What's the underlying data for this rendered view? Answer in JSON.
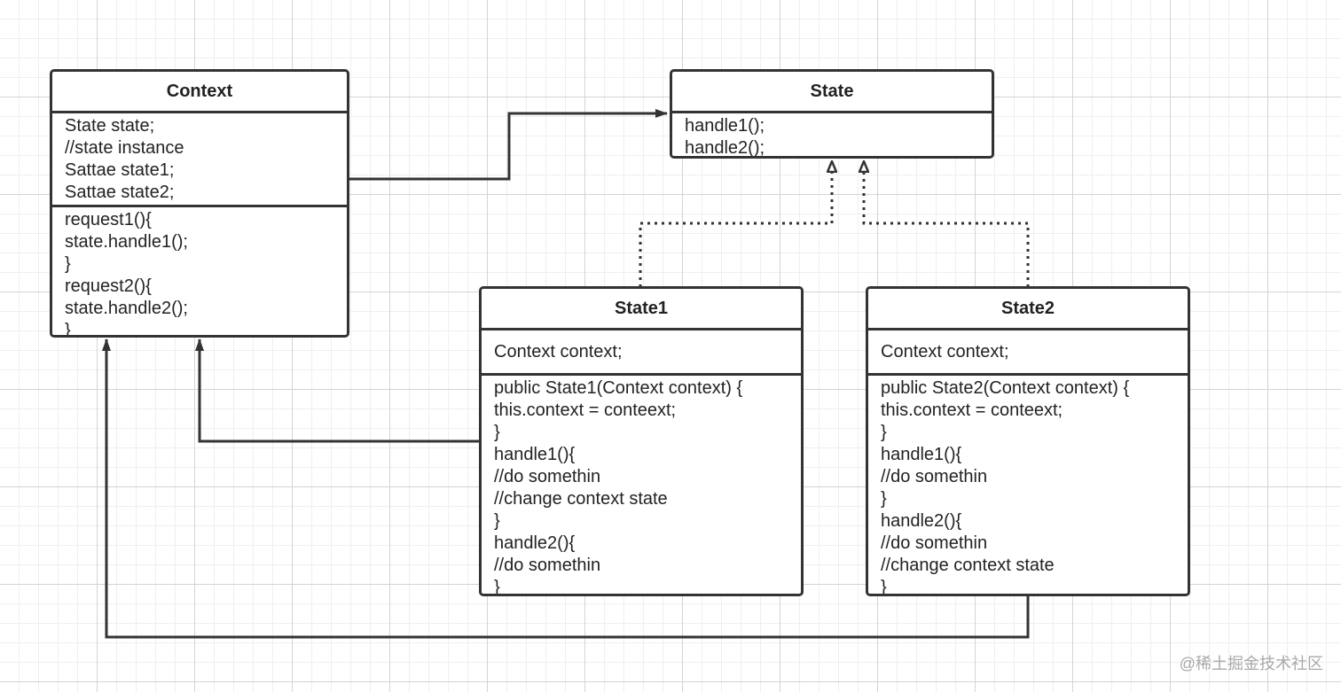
{
  "colors": {
    "stroke": "#333333",
    "background": "#ffffff",
    "grid_major": "#d4d4d4",
    "grid_minor": "#efefef",
    "watermark": "#a8a8a8"
  },
  "classes": {
    "context": {
      "name": "Context",
      "attributes": [
        "State state;",
        "//state instance",
        "Sattae state1;",
        "Sattae state2;"
      ],
      "methods": [
        "request1(){",
        "state.handle1();",
        "}",
        "request2(){",
        "state.handle2();",
        "}"
      ]
    },
    "state": {
      "name": "State",
      "methods": [
        "handle1();",
        "handle2();"
      ]
    },
    "state1": {
      "name": "State1",
      "attributes": [
        "Context context;"
      ],
      "methods": [
        "public State1(Context context) {",
        "this.context = conteext;",
        "}",
        "handle1(){",
        "//do somethin",
        "//change context state",
        "}",
        "handle2(){",
        "//do somethin",
        "}"
      ]
    },
    "state2": {
      "name": "State2",
      "attributes": [
        "Context context;"
      ],
      "methods": [
        "public State2(Context context) {",
        "this.context = conteext;",
        "}",
        "handle1(){",
        "//do somethin",
        "}",
        "handle2(){",
        "//do somethin",
        "//change context state",
        "}"
      ]
    }
  },
  "relationships": [
    {
      "from": "Context",
      "to": "State",
      "kind": "association"
    },
    {
      "from": "State1",
      "to": "State",
      "kind": "realization"
    },
    {
      "from": "State2",
      "to": "State",
      "kind": "realization"
    },
    {
      "from": "State1",
      "to": "Context",
      "kind": "association"
    },
    {
      "from": "State2",
      "to": "Context",
      "kind": "association"
    }
  ],
  "watermark": "@稀土掘金技术社区"
}
